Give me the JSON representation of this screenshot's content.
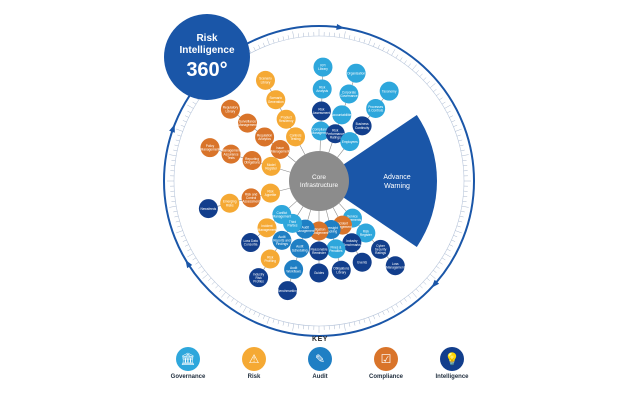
{
  "title": {
    "line1": "Risk",
    "line2": "Intelligence",
    "line3": "360°"
  },
  "colors": {
    "governance": "#2ea7dc",
    "risk": "#f5a934",
    "audit": "#1f7fc4",
    "compliance": "#d9742a",
    "intelligence": "#123e8c",
    "core": "#8c8c8c",
    "ring": "#1a56a8",
    "spoke": "#8a8a8a"
  },
  "diagram": {
    "core_lines": [
      "Core",
      "Infrastructure"
    ],
    "advance_lines": [
      "Advance",
      "Warning"
    ],
    "spokes": [
      {
        "angle": -88,
        "nodes": [
          {
            "cat": "governance",
            "lines": [
              "Compliance",
              "Management"
            ]
          },
          {
            "cat": "intelligence",
            "lines": [
              "Risk",
              "Assessment"
            ]
          },
          {
            "cat": "governance",
            "lines": [
              "Risk",
              "Analysis"
            ]
          },
          {
            "cat": "governance",
            "lines": [
              "KPI",
              "Library"
            ]
          }
        ]
      },
      {
        "angle": -71,
        "nodes": [
          {
            "cat": "intelligence",
            "lines": [
              "Risk",
              "Performance",
              "Ratings"
            ]
          },
          {
            "cat": "governance",
            "lines": [
              "Accountabilities"
            ]
          },
          {
            "cat": "governance",
            "lines": [
              "Corporate",
              "Governance"
            ]
          },
          {
            "cat": "governance",
            "lines": [
              "Organisation"
            ]
          }
        ]
      },
      {
        "angle": -52,
        "nodes": [
          {
            "cat": "governance",
            "lines": [
              "Employees"
            ]
          },
          {
            "cat": "intelligence",
            "lines": [
              "Business",
              "Continuity"
            ]
          },
          {
            "cat": "governance",
            "lines": [
              "Processes",
              "& Controls"
            ]
          },
          {
            "cat": "governance",
            "lines": [
              "Taxonomy"
            ]
          }
        ]
      },
      {
        "angle": 48,
        "nodes": [
          {
            "cat": "governance",
            "lines": [
              "Service",
              "Agreements"
            ]
          },
          {
            "cat": "governance",
            "lines": [
              "Risk",
              "Register"
            ]
          },
          {
            "cat": "intelligence",
            "lines": [
              "Cyber",
              "Security",
              "Ratings"
            ]
          },
          {
            "cat": "intelligence",
            "lines": [
              "Loss",
              "Management"
            ]
          }
        ]
      },
      {
        "angle": 62,
        "nodes": [
          {
            "cat": "compliance",
            "lines": [
              "Incident",
              "Management"
            ]
          },
          {
            "cat": "intelligence",
            "lines": [
              "Industry",
              "Benchmarks"
            ]
          },
          {
            "cat": "intelligence",
            "lines": [
              "Events"
            ]
          }
        ]
      },
      {
        "angle": 76,
        "nodes": [
          {
            "cat": "audit",
            "lines": [
              "Oversight",
              "Tracking"
            ]
          },
          {
            "cat": "governance",
            "lines": [
              "Fines &",
              "Penalties"
            ]
          },
          {
            "cat": "intelligence",
            "lines": [
              "Obligations",
              "Library"
            ]
          }
        ]
      },
      {
        "angle": 90,
        "nodes": [
          {
            "cat": "compliance",
            "lines": [
              "Litigation",
              "Management"
            ]
          },
          {
            "cat": "intelligence",
            "lines": [
              "Reasonable",
              "Reminder"
            ]
          },
          {
            "cat": "intelligence",
            "lines": [
              "Guides"
            ]
          }
        ]
      },
      {
        "angle": 106,
        "nodes": [
          {
            "cat": "audit",
            "lines": [
              "Audit",
              "Management"
            ]
          },
          {
            "cat": "audit",
            "lines": [
              "Audit",
              "Scheduling"
            ]
          },
          {
            "cat": "audit",
            "lines": [
              "Audit",
              "Workflows"
            ]
          },
          {
            "cat": "intelligence",
            "lines": [
              "Benchmarking"
            ]
          }
        ]
      },
      {
        "angle": 122,
        "nodes": [
          {
            "cat": "governance",
            "lines": [
              "Third",
              "Parties"
            ]
          },
          {
            "cat": "audit",
            "lines": [
              "Audit",
              "Reports and",
              "Findings"
            ]
          },
          {
            "cat": "risk",
            "lines": [
              "Risk",
              "Profiling"
            ]
          },
          {
            "cat": "intelligence",
            "lines": [
              "Industry",
              "Risk",
              "Profiles"
            ]
          }
        ]
      },
      {
        "angle": 138,
        "nodes": [
          {
            "cat": "governance",
            "lines": [
              "Conflict",
              "Management"
            ]
          },
          {
            "cat": "risk",
            "lines": [
              "Incident",
              "Management"
            ]
          },
          {
            "cat": "intelligence",
            "lines": [
              "Loss Data",
              "Consortia"
            ]
          }
        ]
      },
      {
        "angle": 166,
        "nodes": [
          {
            "cat": "risk",
            "lines": [
              "Risk",
              "Appetite"
            ]
          },
          {
            "cat": "compliance",
            "lines": [
              "Risk and",
              "Control",
              "Assessment"
            ]
          },
          {
            "cat": "risk",
            "lines": [
              "Emerging",
              "Risks"
            ]
          },
          {
            "cat": "intelligence",
            "lines": [
              "Newsfeeds"
            ]
          }
        ]
      },
      {
        "angle": -163,
        "nodes": [
          {
            "cat": "risk",
            "lines": [
              "Model",
              "Register"
            ]
          },
          {
            "cat": "compliance",
            "lines": [
              "Reporting",
              "Obligations"
            ]
          },
          {
            "cat": "compliance",
            "lines": [
              "Management",
              "Assurance",
              "Tests"
            ]
          },
          {
            "cat": "compliance",
            "lines": [
              "Policy",
              "Management"
            ]
          }
        ]
      },
      {
        "angle": -141,
        "nodes": [
          {
            "cat": "compliance",
            "lines": [
              "Issue",
              "Management"
            ]
          },
          {
            "cat": "compliance",
            "lines": [
              "Regulation",
              "Analytics"
            ]
          },
          {
            "cat": "compliance",
            "lines": [
              "Surveillance",
              "Management"
            ]
          },
          {
            "cat": "compliance",
            "lines": [
              "Regulatory",
              "Library"
            ]
          }
        ]
      },
      {
        "angle": -118,
        "nodes": [
          {
            "cat": "risk",
            "lines": [
              "Controls",
              "Testing"
            ]
          },
          {
            "cat": "risk",
            "lines": [
              "Product",
              "Resiliency"
            ]
          },
          {
            "cat": "risk",
            "lines": [
              "Scenario",
              "Generation"
            ]
          },
          {
            "cat": "risk",
            "lines": [
              "Scenario",
              "Library"
            ]
          }
        ]
      }
    ]
  },
  "key": {
    "title": "KEY",
    "items": [
      {
        "label": "Governance",
        "icon": "building-icon",
        "glyph": "🏛",
        "cat": "governance"
      },
      {
        "label": "Risk",
        "icon": "risk-icon",
        "glyph": "⚠",
        "cat": "risk"
      },
      {
        "label": "Audit",
        "icon": "audit-icon",
        "glyph": "✎",
        "cat": "audit"
      },
      {
        "label": "Compliance",
        "icon": "compliance-icon",
        "glyph": "☑",
        "cat": "compliance"
      },
      {
        "label": "Intelligence",
        "icon": "lightbulb-icon",
        "glyph": "💡",
        "cat": "intelligence"
      }
    ]
  }
}
